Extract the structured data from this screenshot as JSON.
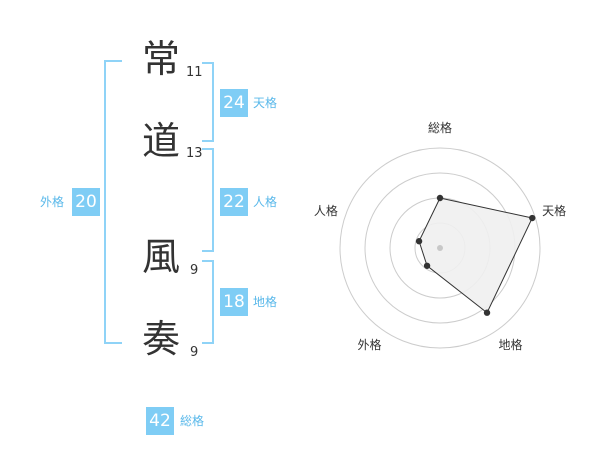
{
  "name": {
    "chars": [
      {
        "char": "常",
        "strokes": "11"
      },
      {
        "char": "道",
        "strokes": "13"
      },
      {
        "char": "風",
        "strokes": "9"
      },
      {
        "char": "奏",
        "strokes": "9"
      }
    ]
  },
  "kaku": {
    "tenkaku": {
      "value": "24",
      "label": "天格"
    },
    "jinkaku": {
      "value": "22",
      "label": "人格"
    },
    "chikaku": {
      "value": "18",
      "label": "地格"
    },
    "gaikaku": {
      "value": "20",
      "label": "外格"
    },
    "soukaku": {
      "value": "42",
      "label": "総格"
    }
  },
  "colors": {
    "accent": "#7fcdf5",
    "accent_text": "#59b8ea",
    "text": "#333333"
  },
  "chart_data": {
    "type": "radar",
    "axes": [
      "総格",
      "天格",
      "地格",
      "外格",
      "人格"
    ],
    "values": [
      0.5,
      0.97,
      0.8,
      0.22,
      0.22
    ],
    "rings": 4,
    "grid": true
  }
}
